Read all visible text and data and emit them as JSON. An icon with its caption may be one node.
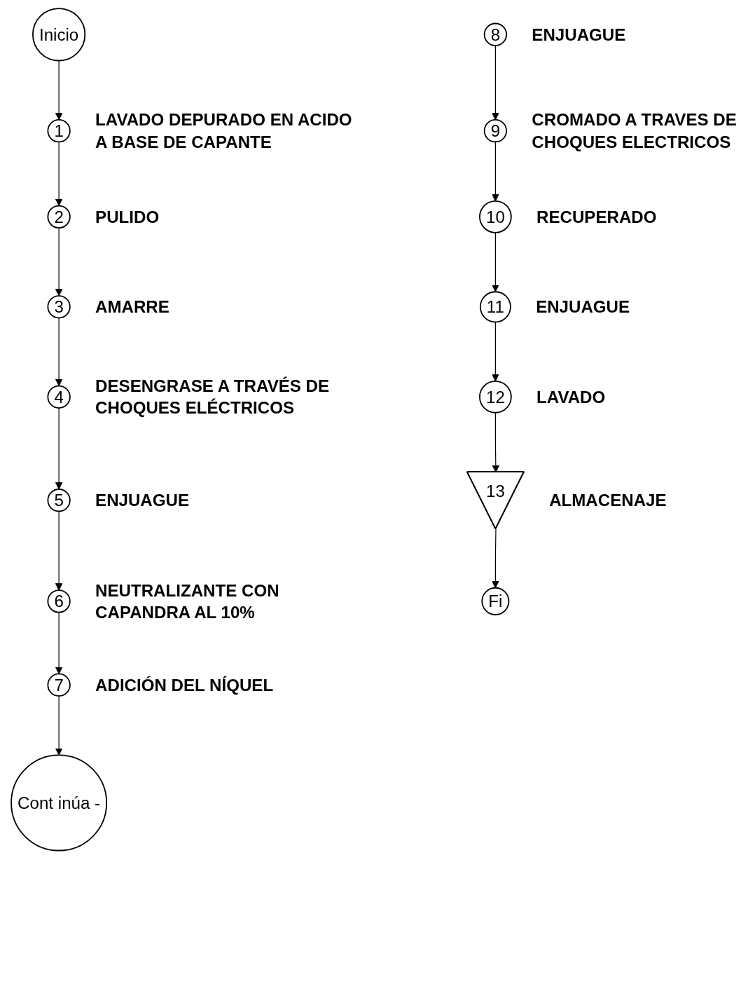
{
  "diagram": {
    "nodes": [
      {
        "text": [
          "Inicio"
        ]
      },
      {
        "text": [
          "1"
        ],
        "beside": [
          "LAVADO DEPURADO EN ACIDO A BASE DE CAPANTE"
        ]
      },
      {
        "text": [
          "2"
        ],
        "beside": [
          "PULIDO"
        ]
      },
      {
        "text": [
          "3"
        ],
        "beside": [
          "AMARRE"
        ]
      },
      {
        "text": [
          "4"
        ],
        "beside": [
          "DESENGRASE A TRAVÉS DE CHOQUES ELÉCTRICOS"
        ]
      },
      {
        "text": [
          "5"
        ],
        "beside": [
          "ENJUAGUE"
        ]
      },
      {
        "text": [
          "6"
        ],
        "beside": [
          "NEUTRALIZANTE CON CAPANDRA AL 10%"
        ]
      },
      {
        "text": [
          "7"
        ],
        "beside": [
          "ADICIÓN DEL NÍQUEL"
        ]
      },
      {
        "text": [
          "Cont inúa -"
        ]
      },
      {
        "text": [
          "8"
        ],
        "beside": [
          "ENJUAGUE"
        ]
      },
      {
        "text": [
          "9"
        ],
        "beside": [
          "CROMADO A TRAVES DE CHOQUES ELECTRICOS"
        ]
      },
      {
        "text": [
          "10"
        ],
        "beside": [
          "RECUPERADO"
        ]
      },
      {
        "text": [
          "11"
        ],
        "beside": [
          "ENJUAGUE"
        ]
      },
      {
        "text": [
          "12"
        ],
        "beside": [
          "LAVADO"
        ]
      },
      {
        "text": [
          "13"
        ],
        "beside": [
          "ALMACENAJE"
        ]
      },
      {
        "text": [
          "Fi"
        ]
      }
    ],
    "edges": [
      {
        "from": 0,
        "to": 1,
        "arrow": "to"
      },
      {
        "from": 1,
        "to": 2,
        "arrow": "to"
      },
      {
        "from": 2,
        "to": 3,
        "arrow": "to"
      },
      {
        "from": 3,
        "to": 4,
        "arrow": "to"
      },
      {
        "from": 4,
        "to": 5,
        "arrow": "to"
      },
      {
        "from": 5,
        "to": 6,
        "arrow": "to"
      },
      {
        "from": 6,
        "to": 7,
        "arrow": "to"
      },
      {
        "from": 7,
        "to": 8,
        "arrow": "to"
      },
      {
        "from": 9,
        "to": 10,
        "arrow": "to"
      },
      {
        "from": 10,
        "to": 11,
        "arrow": "to"
      },
      {
        "from": 11,
        "to": 12,
        "arrow": "to"
      },
      {
        "from": 12,
        "to": 13,
        "arrow": "to"
      },
      {
        "from": 13,
        "to": 14,
        "arrow": "to"
      },
      {
        "from": 14,
        "to": 15,
        "arrow": "to"
      }
    ]
  }
}
